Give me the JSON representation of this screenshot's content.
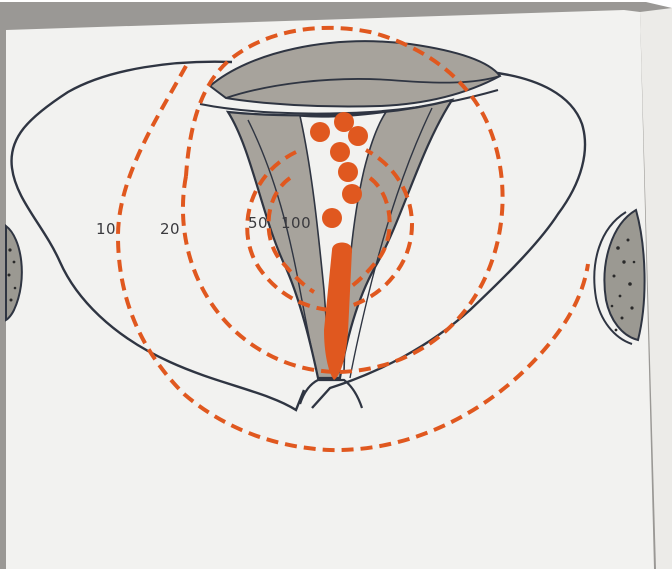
{
  "diagram": {
    "isodose_labels": [
      "10",
      "20",
      "50",
      "100"
    ],
    "colors": {
      "background": "#ffffff",
      "paper": "#f1f1ef",
      "frame": "#8a8886",
      "outline": "#2f3542",
      "tissue_gray": "#a7a39c",
      "tissue_light": "#c8c4bb",
      "source_orange": "#e0581f",
      "bone_fill": "#9b9992",
      "bone_dots": "#2a2a2a"
    }
  }
}
